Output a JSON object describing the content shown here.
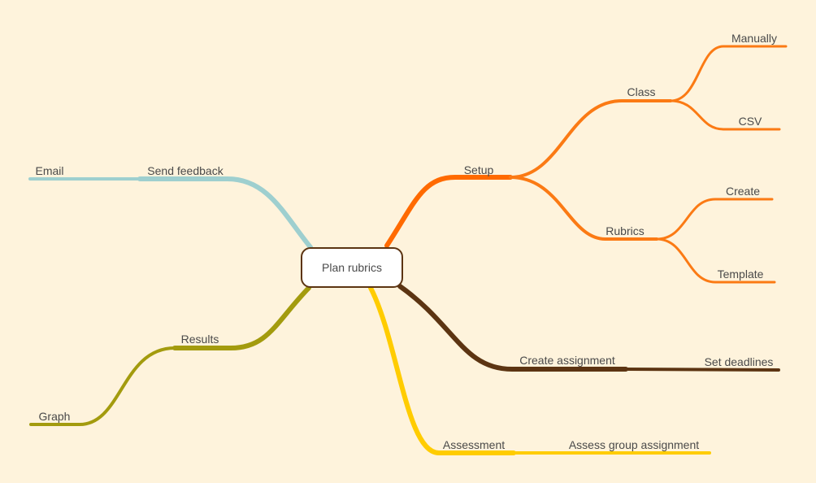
{
  "central": {
    "label": "Plan rubrics"
  },
  "colors": {
    "background": "#fef3dc",
    "setup": "#ff6a00",
    "setup_children": "#fb7a14",
    "create_assignment": "#5c3412",
    "assessment": "#ffcc00",
    "results": "#a39b0e",
    "send_feedback": "#9ecfcf"
  },
  "nodes": {
    "setup": "Setup",
    "class": "Class",
    "manually": "Manually",
    "csv": "CSV",
    "rubrics": "Rubrics",
    "create": "Create",
    "template": "Template",
    "create_assignment": "Create assignment",
    "set_deadlines": "Set deadlines",
    "assessment": "Assessment",
    "assess_group_assignment": "Assess group assignment",
    "results": "Results",
    "graph": "Graph",
    "send_feedback": "Send feedback",
    "email": "Email"
  }
}
